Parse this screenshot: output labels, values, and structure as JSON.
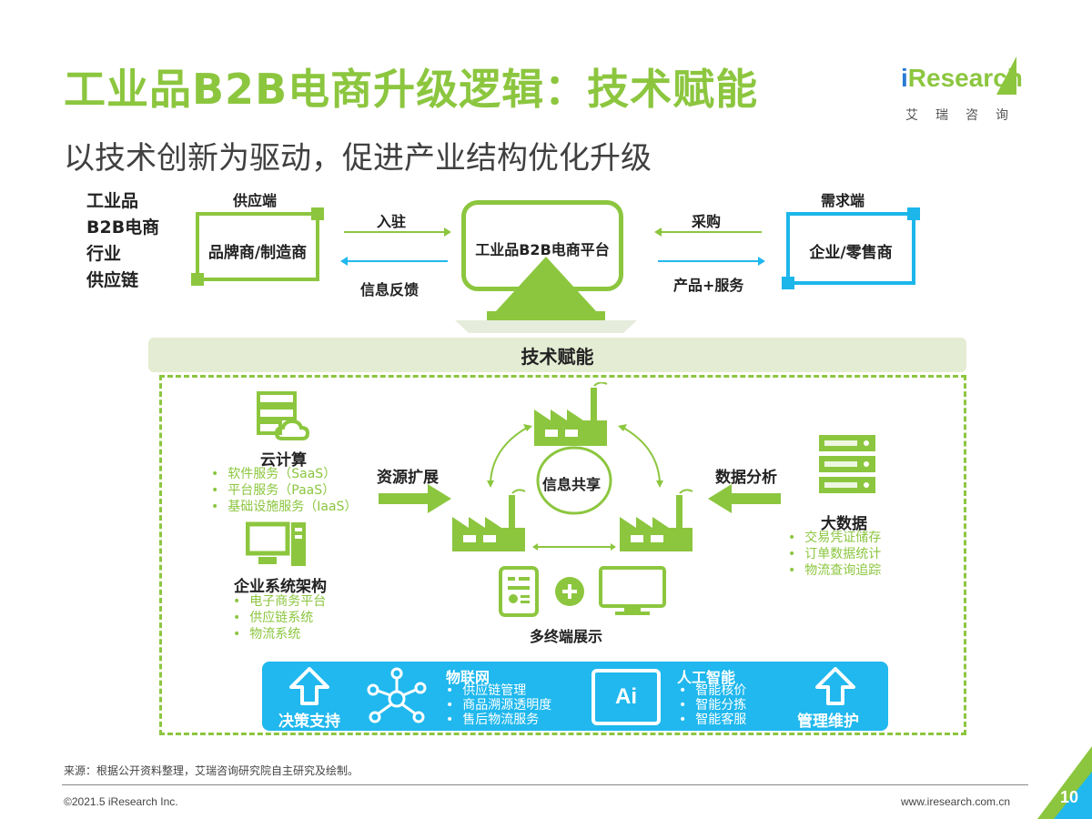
{
  "header": {
    "title": "工业品B2B电商升级逻辑：技术赋能",
    "subtitle": "以技术创新为驱动，促进产业结构优化升级"
  },
  "logo": {
    "brand_i": "i",
    "brand_rest": "Research",
    "brand_sub": "艾瑞咨询"
  },
  "side_label": "工业品\nB2B电商\n行业\n供应链",
  "supply": {
    "heading": "供应端",
    "box": "品牌商/制造商"
  },
  "platform": {
    "label": "工业品B2B电商平台"
  },
  "demand": {
    "heading": "需求端",
    "box": "企业/零售商"
  },
  "flows": {
    "enter": "入驻",
    "feedback": "信息反馈",
    "purchase": "采购",
    "product_service": "产品+服务"
  },
  "tech_band": "技术赋能",
  "cloud": {
    "heading": "云计算",
    "items": [
      "软件服务（SaaS）",
      "平台服务（PaaS）",
      "基础设施服务（IaaS）"
    ]
  },
  "enterprise": {
    "heading": "企业系统架构",
    "items": [
      "电子商务平台",
      "供应链系统",
      "物流系统"
    ]
  },
  "resource_expand": "资源扩展",
  "info_share": "信息共享",
  "data_analysis": "数据分析",
  "bigdata": {
    "heading": "大数据",
    "items": [
      "交易凭证储存",
      "订单数据统计",
      "物流查询追踪"
    ]
  },
  "multi_terminal": "多终端展示",
  "bottom": {
    "decision": "决策支持",
    "iot_heading": "物联网",
    "iot_items": [
      "供应链管理",
      "商品溯源透明度",
      "售后物流服务"
    ],
    "ai_badge": "Ai",
    "ai_heading": "人工智能",
    "ai_items": [
      "智能核价",
      "智能分拣",
      "智能客服"
    ],
    "maintenance": "管理维护"
  },
  "footer": {
    "source": "来源：根据公开资料整理，艾瑞咨询研究院自主研究及绘制。",
    "copyright": "©2021.5 iResearch Inc.",
    "site": "www.iresearch.com.cn",
    "page": "10"
  },
  "colors": {
    "green": "#8cc63f",
    "blue": "#20b8ee",
    "band": "#e4ecd3"
  }
}
